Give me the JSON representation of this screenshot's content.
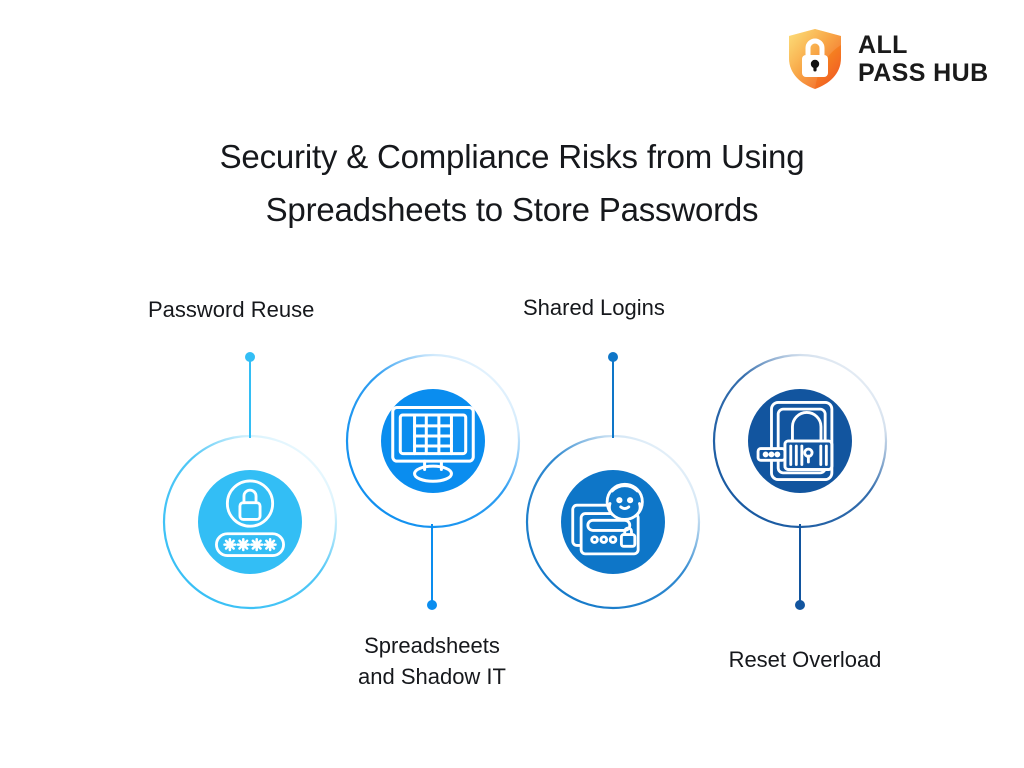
{
  "brand": {
    "logo_icon": "shield-lock-icon",
    "name_line1": "ALL",
    "name_line2": "PASS HUB",
    "shield_color_start": "#F9C135",
    "shield_color_end": "#F26522"
  },
  "title": {
    "line1": "Security & Compliance Risks from Using",
    "line2": "Spreadsheets to Store Passwords",
    "color": "#16181c"
  },
  "nodes": [
    {
      "id": "password-reuse",
      "label_line1": "Password Reuse",
      "label_line2": "",
      "icon": "password-asterisks-lock-icon",
      "color": "#33BEF5",
      "ring_color": "#33BEF5",
      "connector_position": "above"
    },
    {
      "id": "spreadsheets-shadow-it",
      "label_line1": "Spreadsheets",
      "label_line2": "and Shadow IT",
      "icon": "monitor-spreadsheet-icon",
      "color": "#0A8DEF",
      "ring_color": "#0A8DEF",
      "connector_position": "below"
    },
    {
      "id": "shared-logins",
      "label_line1": "Shared Logins",
      "label_line2": "",
      "icon": "user-login-card-icon",
      "color": "#0E76C8",
      "ring_color": "#0E76C8",
      "connector_position": "above"
    },
    {
      "id": "reset-overload",
      "label_line1": "Reset Overload",
      "label_line2": "",
      "icon": "padlock-document-icon",
      "color": "#12559F",
      "ring_color": "#12559F",
      "connector_position": "below"
    }
  ]
}
